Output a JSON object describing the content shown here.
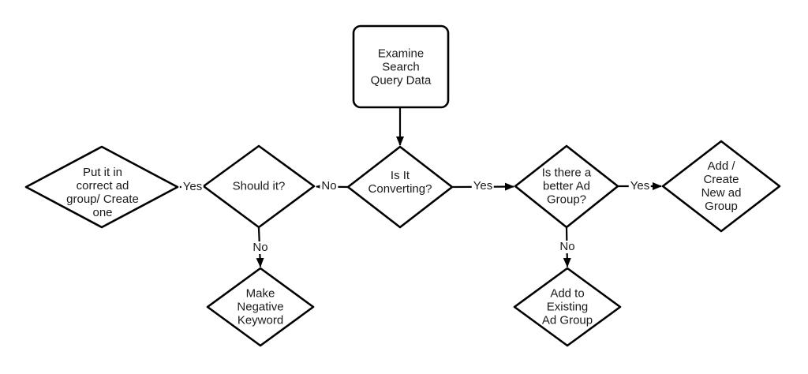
{
  "diagram": {
    "type": "flowchart",
    "colors": {
      "background": "#ffffff",
      "stroke": "#000000",
      "text": "#1a1a1a"
    },
    "nodes": {
      "examine": {
        "shape": "rounded-rectangle",
        "label": "Examine\nSearch\nQuery Data"
      },
      "is_it_converting": {
        "shape": "diamond",
        "label": "Is It\nConverting?"
      },
      "should_it": {
        "shape": "diamond",
        "label": "Should it?"
      },
      "put_in_correct": {
        "shape": "diamond",
        "label": "Put it in\ncorrect ad\ngroup/ Create\none"
      },
      "make_negative": {
        "shape": "diamond",
        "label": "Make\nNegative\nKeyword"
      },
      "better_ad_group": {
        "shape": "diamond",
        "label": "Is there a\nbetter Ad\nGroup?"
      },
      "add_create_new": {
        "shape": "diamond",
        "label": "Add /\nCreate\nNew ad\nGroup"
      },
      "add_to_existing": {
        "shape": "diamond",
        "label": "Add to\nExisting\nAd Group"
      }
    },
    "edges": [
      {
        "from": "examine",
        "to": "is_it_converting",
        "label": ""
      },
      {
        "from": "is_it_converting",
        "to": "should_it",
        "label": "No"
      },
      {
        "from": "should_it",
        "to": "put_in_correct",
        "label": "Yes"
      },
      {
        "from": "should_it",
        "to": "make_negative",
        "label": "No"
      },
      {
        "from": "is_it_converting",
        "to": "better_ad_group",
        "label": "Yes"
      },
      {
        "from": "better_ad_group",
        "to": "add_create_new",
        "label": "Yes"
      },
      {
        "from": "better_ad_group",
        "to": "add_to_existing",
        "label": "No"
      }
    ]
  }
}
